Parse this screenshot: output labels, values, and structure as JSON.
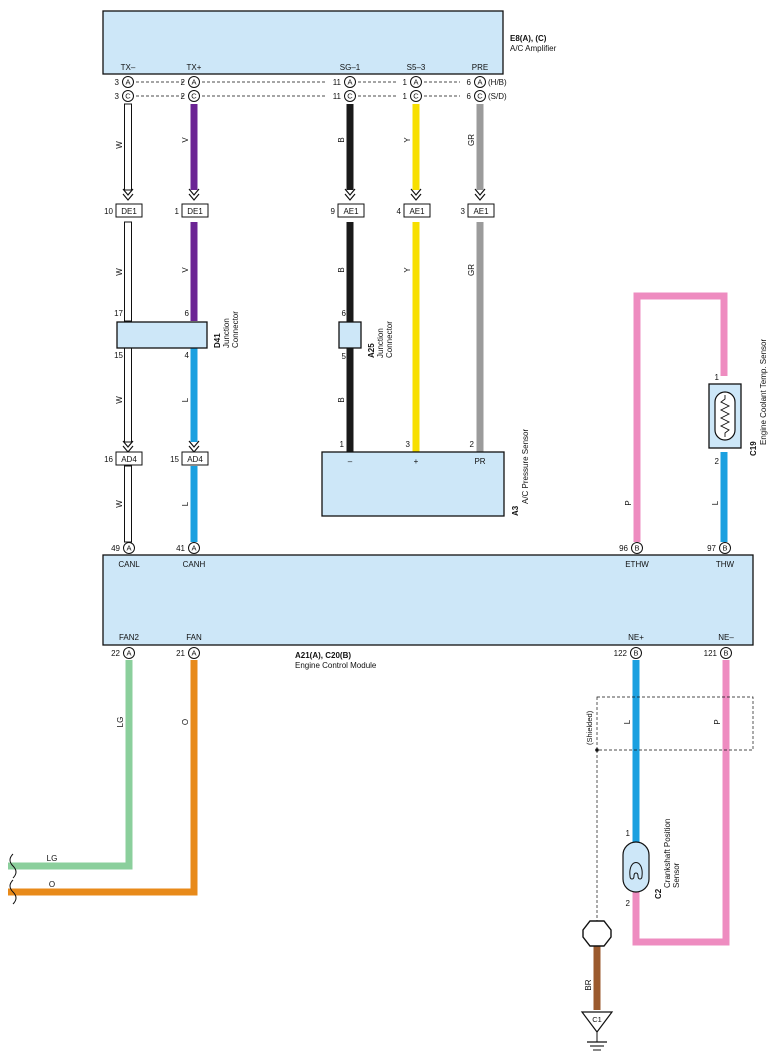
{
  "components": {
    "ac_amplifier": {
      "ref": "E8(A), (C)",
      "name": "A/C Amplifier"
    },
    "ecm": {
      "ref": "A21(A), C20(B)",
      "name": "Engine Control Module"
    },
    "pressure_sensor": {
      "ref": "A3",
      "name": "A/C Pressure Sensor",
      "pins": [
        "–",
        "+",
        "PR"
      ]
    },
    "coolant_sensor": {
      "ref": "C19",
      "name": "Engine Coolant Temp. Sensor"
    },
    "crank_sensor": {
      "ref": "C2",
      "name_line1": "Crankshaft Position",
      "name_line2": "Sensor"
    },
    "junction_d41": {
      "ref": "D41",
      "name_line1": "Junction",
      "name_line2": "Connector"
    },
    "junction_a25": {
      "ref": "A25",
      "name_line1": "Junction",
      "name_line2": "Connector"
    },
    "ground": {
      "ref": "C1"
    },
    "shield_label": "(Shielded)"
  },
  "amp_pins": {
    "tx_minus": {
      "name": "TX–",
      "a": "3",
      "c": "3"
    },
    "tx_plus": {
      "name": "TX+",
      "a": "2",
      "c": "2"
    },
    "sg1": {
      "name": "SG–1",
      "a": "11",
      "c": "11"
    },
    "s5_3": {
      "name": "S5–3",
      "a": "1",
      "c": "1"
    },
    "pre": {
      "name": "PRE",
      "a": "6",
      "c": "6",
      "a_note": "(H/B)",
      "c_note": "(S/D)"
    },
    "a_mark": "A",
    "c_mark": "C"
  },
  "connectors": {
    "de1": "DE1",
    "ae1": "AE1",
    "ad4": "AD4",
    "de1_w_pin": "10",
    "de1_v_pin": "1",
    "ae1_b_pin": "9",
    "ae1_y_pin": "4",
    "ae1_gr_pin": "3",
    "ad4_w_pin": "16",
    "ad4_l_pin": "15"
  },
  "junction_pins": {
    "d41_17": "17",
    "d41_6": "6",
    "d41_15": "15",
    "d41_4": "4",
    "a25_6": "6",
    "a25_5": "5"
  },
  "sensor_pins": {
    "a3_1": "1",
    "a3_3": "3",
    "a3_2": "2",
    "c19_1": "1",
    "c19_2": "2",
    "c2_1": "1",
    "c2_2": "2"
  },
  "ecm_top_pins": [
    {
      "num": "49",
      "mark": "A",
      "name": "CANL"
    },
    {
      "num": "41",
      "mark": "A",
      "name": "CANH"
    },
    {
      "num": "96",
      "mark": "B",
      "name": "ETHW"
    },
    {
      "num": "97",
      "mark": "B",
      "name": "THW"
    }
  ],
  "ecm_bottom_pins": [
    {
      "num": "22",
      "mark": "A",
      "name": "FAN2"
    },
    {
      "num": "21",
      "mark": "A",
      "name": "FAN"
    },
    {
      "num": "122",
      "mark": "B",
      "name": "NE+"
    },
    {
      "num": "121",
      "mark": "B",
      "name": "NE–"
    }
  ],
  "wire_labels": {
    "w1": "W",
    "w2": "W",
    "w3": "W",
    "w4": "W",
    "v1": "V",
    "v2": "V",
    "b1": "B",
    "b2": "B",
    "b3": "B",
    "y1": "Y",
    "y2": "Y",
    "gr1": "GR",
    "gr2": "GR",
    "l1": "L",
    "l2": "L",
    "l3": "L",
    "l4": "L",
    "p1": "P",
    "p2": "P",
    "lg_v": "LG",
    "o_v": "O",
    "lg_h": "LG",
    "o_h": "O",
    "br": "BR"
  },
  "colors": {
    "W": "#ffffff",
    "V": "#6b2494",
    "B": "#1a1a1a",
    "Y": "#f7df00",
    "GR": "#9b9b9b",
    "L": "#1aa0e0",
    "P": "#ee8cc0",
    "LG": "#8bcf9c",
    "O": "#e88a1a",
    "BR": "#9b5a2e",
    "box": "#cde7f8"
  }
}
